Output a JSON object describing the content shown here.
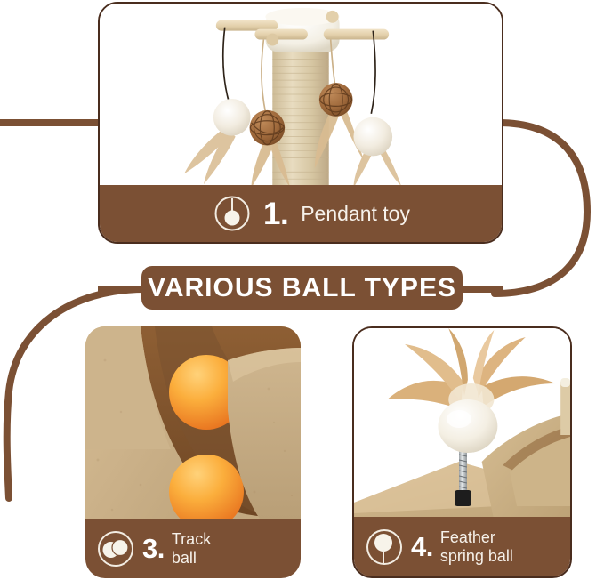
{
  "page": {
    "title": "VARIOUS BALL TYPES",
    "background_color": "#ffffff",
    "brand_brown": "#7b5034",
    "border_brown": "#4a2d1e",
    "label_text_color": "#f6f1ea"
  },
  "cards": {
    "pendant": {
      "number": "1.",
      "caption": "Pendant toy",
      "icon": "pendant-ball-icon",
      "photo_alt": "Cat tree sisal post with hanging pom-poms and rattan balls with feathers"
    },
    "track": {
      "number": "3.",
      "caption": "Track\nball",
      "icon": "double-ball-icon",
      "photo_alt": "Two orange balls inside a curved wooden track board"
    },
    "feather": {
      "number": "4.",
      "caption": "Feather\nspring ball",
      "icon": "spring-ball-icon",
      "photo_alt": "White pom-pom ball with feathers mounted on a metal spring"
    }
  }
}
